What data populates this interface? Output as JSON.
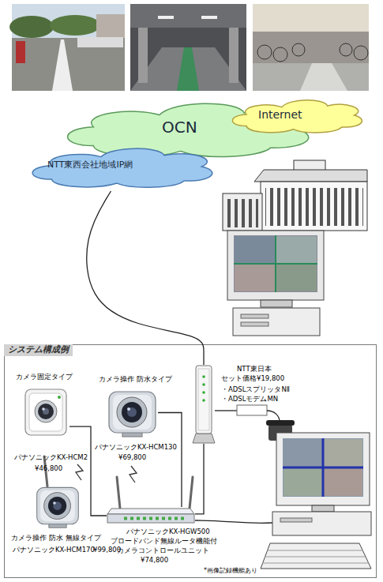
{
  "diagram": {
    "nodes": [
      {
        "text": [
          "OCN"
        ]
      },
      {
        "text": [
          "Internet"
        ]
      },
      {
        "text": [
          "NTT東西会社地域IP網"
        ]
      },
      {
        "text": [
          "システム構成例"
        ]
      },
      {
        "text": [
          "カメラ固定タイプ",
          "パナソニックKX-HCM2",
          "¥46,800"
        ],
        "in": 3
      },
      {
        "text": [
          "カメラ操作 防水タイプ",
          "パナソニックKX-HCM130",
          "¥69,800"
        ],
        "in": 3
      },
      {
        "text": [
          "NTT東日本",
          "セット価格¥19,800",
          "・ADSLスプリッタNⅡ",
          "・ADSLモデムMN"
        ],
        "in": 3
      },
      {
        "text": [
          "カメラ操作 防水 無線タイプ",
          "パナソニックKX-HCM170",
          "¥99,800"
        ],
        "in": 3
      },
      {
        "text": [
          "パナソニックKX-HGW500",
          "ブロードバンド無線ルータ機能付",
          "カメラコントロールユニット",
          "¥74,800"
        ],
        "in": 3
      }
    ],
    "edges": [
      {
        "from": 4,
        "to": 8,
        "arrow": "none"
      },
      {
        "from": 5,
        "to": 8,
        "arrow": "none"
      },
      {
        "from": 8,
        "to": 6,
        "arrow": "none"
      },
      {
        "from": 2,
        "to": 6,
        "arrow": "none"
      }
    ],
    "labels": [
      "*画像記録機能あり"
    ]
  }
}
